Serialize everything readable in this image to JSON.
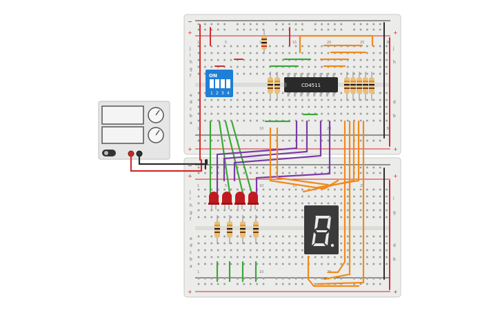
{
  "colors": {
    "board": "#ececea",
    "board_edge": "#c9c9c6",
    "hole": "#9a9a96",
    "rail_red": "#d9262a",
    "rail_dark": "#333333",
    "wire_green": "#3aa83a",
    "wire_orange": "#f08a1c",
    "wire_purple": "#7b3aa6",
    "wire_red": "#d42a2a",
    "wire_black": "#2b2b2b",
    "led_red": "#c0191f",
    "chip": "#2a2a2a",
    "dip_switch": "#1f7fd6",
    "seven_seg_body": "#3a3a3a",
    "resistor_body": "#e8c07a",
    "psu_body": "#e6e6e6"
  },
  "breadboard": {
    "row_labels_top": [
      "j",
      "i",
      "h",
      "g",
      "f"
    ],
    "row_labels_bottom": [
      "e",
      "d",
      "c",
      "b",
      "a"
    ],
    "rail_plus": "+",
    "rail_minus": "−",
    "col_numbers": [
      "1",
      "5",
      "10",
      "15",
      "20",
      "25",
      "30"
    ]
  },
  "ic": {
    "label": "CD4511"
  },
  "dip_switch": {
    "label": "ON",
    "positions": [
      "1",
      "2",
      "3",
      "4"
    ]
  },
  "seven_segment": {
    "digit": "8"
  },
  "power_supply": {
    "icon": "power-supply-icon"
  }
}
